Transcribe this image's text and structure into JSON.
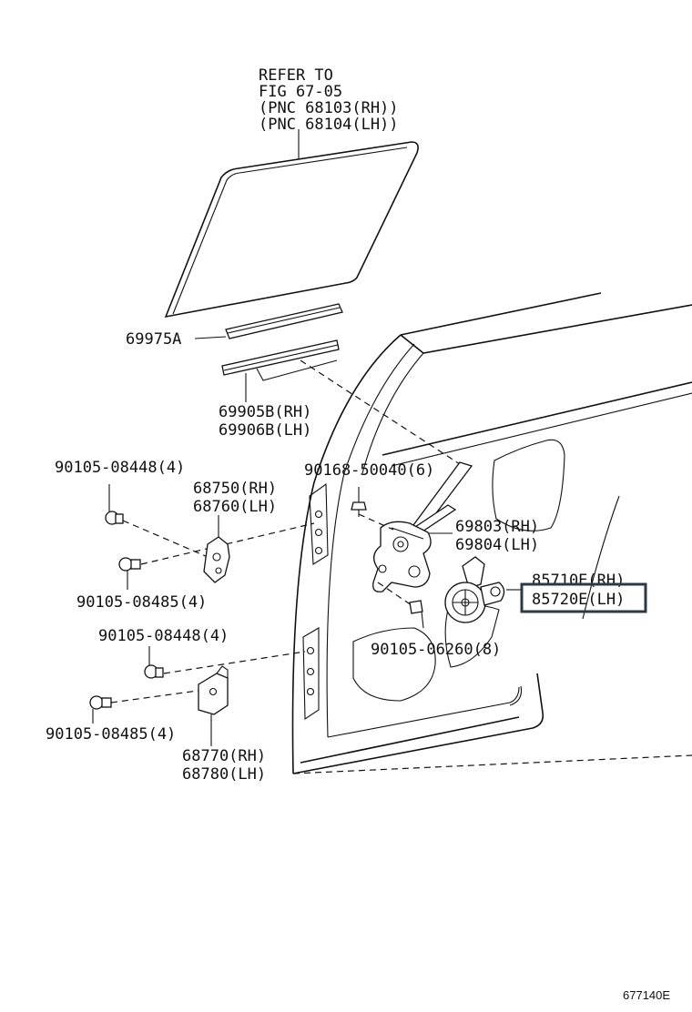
{
  "refer": {
    "line1": "REFER TO",
    "line2": "FIG 67-05",
    "line3": "(PNC 68103(RH))",
    "line4": "(PNC 68104(LH))"
  },
  "parts": {
    "p69975A": "69975A",
    "p69905B": "69905B(RH)",
    "p69906B": "69906B(LH)",
    "p90105_08448_a": "90105-08448(4)",
    "p68750": "68750(RH)",
    "p68760": "68760(LH)",
    "p90168": "90168-50040(6)",
    "p90105_08485_a": "90105-08485(4)",
    "p69803": "69803(RH)",
    "p69804": "69804(LH)",
    "p85710E": "85710E(RH)",
    "p85720E": "85720E(LH)",
    "p90105_06260": "90105-06260(8)",
    "p90105_08448_b": "90105-08448(4)",
    "p90105_08485_b": "90105-08485(4)",
    "p68770": "68770(RH)",
    "p68780": "68780(LH)"
  },
  "highlight_part": "85720E(LH)",
  "illustration_id": "677140E"
}
